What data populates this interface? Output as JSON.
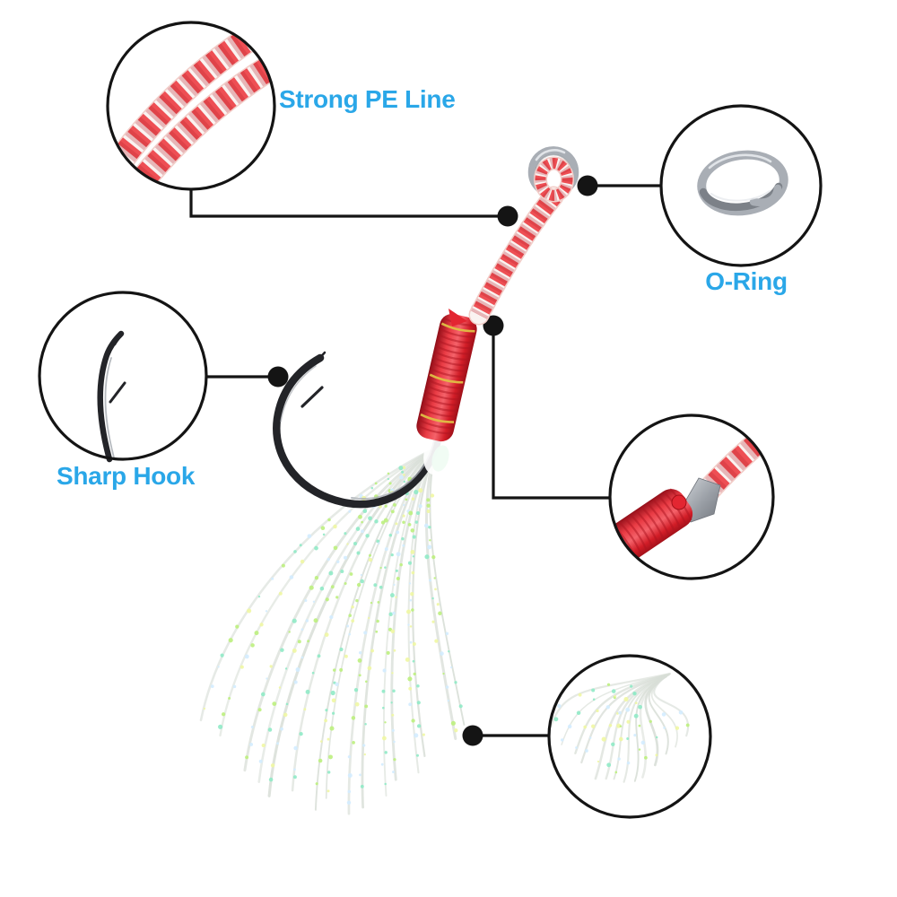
{
  "image": {
    "title": "Fishing assist hook with annotated close-up callouts",
    "background": "#ffffff"
  },
  "callouts": {
    "pe_line": {
      "label": "Strong PE Line",
      "icon": "braided-pe-line-closeup-icon"
    },
    "o_ring": {
      "label": "O-Ring",
      "icon": "split-ring-closeup-icon"
    },
    "sharp_hook": {
      "label": "Sharp Hook",
      "icon": "hook-point-closeup-icon"
    },
    "thread_wrap": {
      "label": "",
      "icon": "red-thread-wrap-closeup-icon"
    },
    "tinsel": {
      "label": "",
      "icon": "flash-tinsel-closeup-icon"
    }
  },
  "colors": {
    "background": "#ffffff",
    "label_blue": "#2aa7e8",
    "callout_line": "#141414",
    "braid_red": "#ee4f54",
    "braid_white": "#faf3f1",
    "braid_edge": "#f2cdc8",
    "wrap_red": "#e32631",
    "wrap_red_dark": "#ad1420",
    "gold_thread": "#dfbf45",
    "hook_dark": "#232428",
    "hook_highlight": "#a9aeb4",
    "metal_silver": "#a9aeb5",
    "metal_dark": "#7c8188",
    "metal_highlight": "#e7eaed",
    "tinsel_gray": "#d8ded7",
    "glitter": [
      "#bdf07e",
      "#90eac6",
      "#eff7a3",
      "#d3ecff"
    ]
  }
}
